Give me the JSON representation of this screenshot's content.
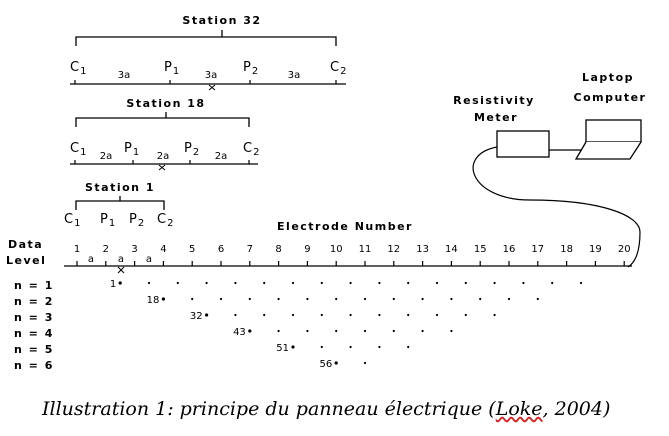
{
  "stations": [
    {
      "title": "Station 32",
      "electrodes": [
        {
          "main": "C",
          "sub": "1"
        },
        {
          "main": "P",
          "sub": "1"
        },
        {
          "main": "P",
          "sub": "2"
        },
        {
          "main": "C",
          "sub": "2"
        }
      ],
      "spacings": [
        "3a",
        "3a",
        "3a"
      ]
    },
    {
      "title": "Station 18",
      "electrodes": [
        {
          "main": "C",
          "sub": "1"
        },
        {
          "main": "P",
          "sub": "1"
        },
        {
          "main": "P",
          "sub": "2"
        },
        {
          "main": "C",
          "sub": "2"
        }
      ],
      "spacings": [
        "2a",
        "2a",
        "2a"
      ]
    },
    {
      "title": "Station 1",
      "electrodes": [
        {
          "main": "C",
          "sub": "1"
        },
        {
          "main": "P",
          "sub": "1"
        },
        {
          "main": "P",
          "sub": "2"
        },
        {
          "main": "C",
          "sub": "2"
        }
      ],
      "spacings": []
    }
  ],
  "equipment": {
    "meter_label_line1": "Resistivity",
    "meter_label_line2": "Meter",
    "computer_label_line1": "Laptop",
    "computer_label_line2": "Computer"
  },
  "axis": {
    "title": "Electrode Number",
    "data_level_line1": "Data",
    "data_level_line2": "Level",
    "electrode_numbers": [
      "1",
      "2",
      "3",
      "4",
      "5",
      "6",
      "7",
      "8",
      "9",
      "10",
      "11",
      "12",
      "13",
      "14",
      "15",
      "16",
      "17",
      "18",
      "19",
      "20"
    ],
    "spacing_labels": [
      "a",
      "a",
      "a"
    ]
  },
  "levels": [
    {
      "label": "n = 1",
      "first_point": "1",
      "count": 17
    },
    {
      "label": "n = 2",
      "first_point": "18",
      "count": 14
    },
    {
      "label": "n = 3",
      "first_point": "32",
      "count": 11
    },
    {
      "label": "n = 4",
      "first_point": "43",
      "count": 8
    },
    {
      "label": "n = 5",
      "first_point": "51",
      "count": 5
    },
    {
      "label": "n = 6",
      "first_point": "56",
      "count": 2
    }
  ],
  "caption": {
    "prefix": "Illustration 1: principe du panneau électrique (",
    "author": "Loke",
    "suffix": ", 2004)"
  }
}
